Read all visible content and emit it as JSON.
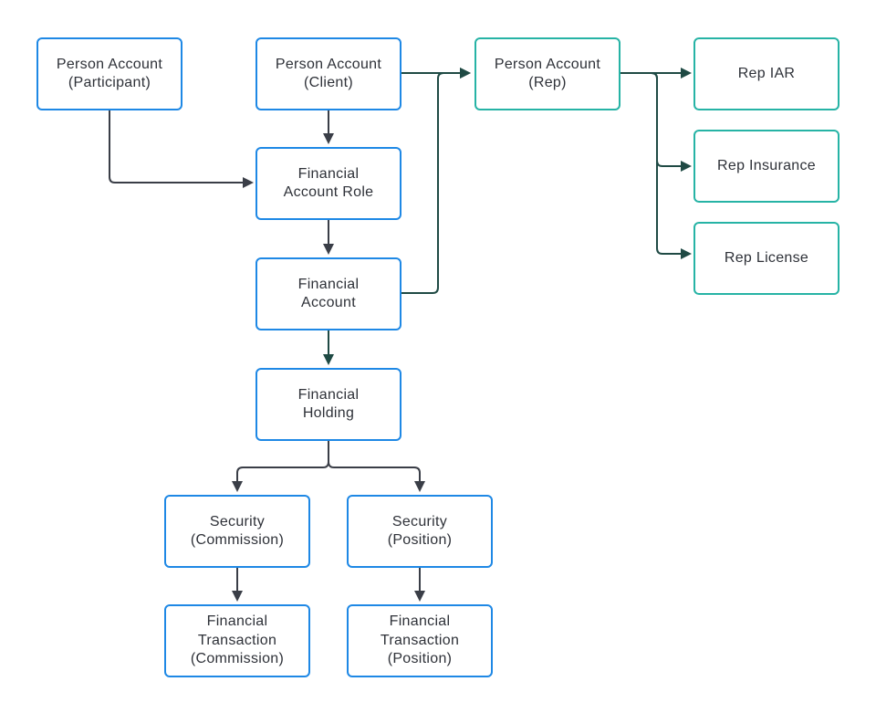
{
  "colors": {
    "blue_border": "#1e88e5",
    "teal_border": "#26b3a5",
    "dark_arrow": "#3a3e47",
    "green_arrow": "#1f4a44",
    "text": "#2e3138"
  },
  "nodes": {
    "person_participant": {
      "line1": "Person Account",
      "line2": "(Participant)"
    },
    "person_client": {
      "line1": "Person Account",
      "line2": "(Client)"
    },
    "person_rep": {
      "line1": "Person Account",
      "line2": "(Rep)"
    },
    "rep_iar": {
      "line1": "Rep IAR"
    },
    "rep_insurance": {
      "line1": "Rep Insurance"
    },
    "rep_license": {
      "line1": "Rep License"
    },
    "financial_account_role": {
      "line1": "Financial",
      "line2": "Account Role"
    },
    "financial_account": {
      "line1": "Financial",
      "line2": "Account"
    },
    "financial_holding": {
      "line1": "Financial",
      "line2": "Holding"
    },
    "security_commission": {
      "line1": "Security",
      "line2": "(Commission)"
    },
    "security_position": {
      "line1": "Security",
      "line2": "(Position)"
    },
    "transaction_commission": {
      "line1": "Financial",
      "line2": "Transaction",
      "line3": "(Commission)"
    },
    "transaction_position": {
      "line1": "Financial",
      "line2": "Transaction",
      "line3": "(Position)"
    }
  }
}
